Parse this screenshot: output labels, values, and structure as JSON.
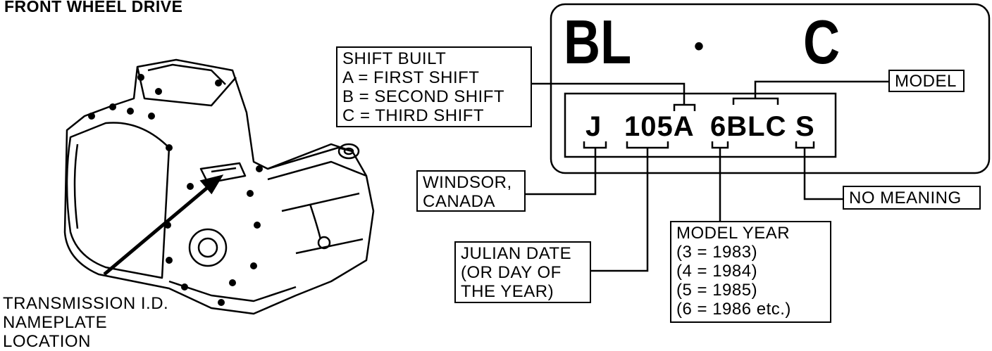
{
  "heading": "FRONT WHEEL DRIVE",
  "location_label": [
    "TRANSMISSION I.D.",
    "NAMEPLATE",
    "LOCATION"
  ],
  "nameplate": {
    "big_left": "BL",
    "big_dot": "•",
    "big_right": "C",
    "code": {
      "plant": "J",
      "date_shift": "105A",
      "year_model": "6BLC",
      "suffix": "S"
    }
  },
  "callouts": {
    "shift_built": [
      "SHIFT BUILT",
      "A  =  FIRST SHIFT",
      "B  =  SECOND SHIFT",
      "C  =  THIRD SHIFT"
    ],
    "model": "MODEL",
    "plant": [
      "WINDSOR,",
      "CANADA"
    ],
    "no_meaning": "NO MEANING",
    "julian_date": [
      "JULIAN DATE",
      "(OR DAY OF",
      "THE YEAR)"
    ],
    "model_year": [
      "MODEL YEAR",
      "(3  =  1983)",
      "(4  =  1984)",
      "(5  =  1985)",
      "(6  =  1986 etc.)"
    ]
  }
}
